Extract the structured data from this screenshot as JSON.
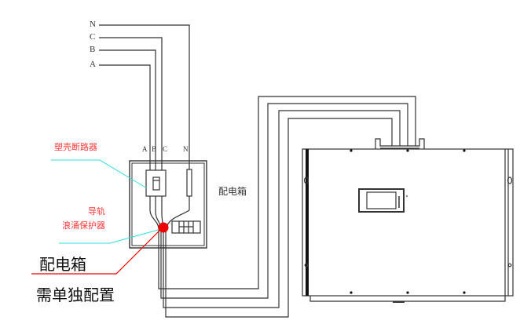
{
  "supply_labels": {
    "n": "N",
    "c": "C",
    "b": "B",
    "a": "A"
  },
  "panel_terminal_labels": {
    "a": "A",
    "b": "B",
    "c": "C",
    "n": "N"
  },
  "annotations": {
    "mccb": "塑壳断路器",
    "spd_line1": "导轨",
    "spd_line2": "浪涌保护器",
    "panel_label": "配电箱",
    "note_line1": "配电箱",
    "note_line2": "需单独配置"
  },
  "colors": {
    "wire": "#333333",
    "annotation": "#ff3b3b",
    "leader": "#33dddd",
    "spd_dot": "#ee0000"
  }
}
